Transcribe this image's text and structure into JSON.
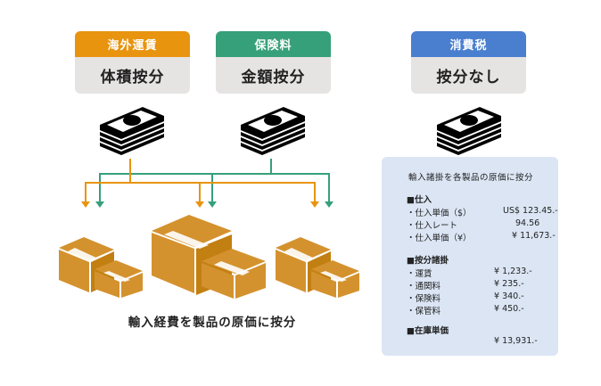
{
  "cards": [
    {
      "header": "海外運賃",
      "body": "体積按分",
      "color": "#e8940f"
    },
    {
      "header": "保険料",
      "body": "金額按分",
      "color": "#36a07a"
    },
    {
      "header": "消費税",
      "body": "按分なし",
      "color": "#4a7fd0"
    }
  ],
  "icons": {
    "money": "money-stack-icon",
    "boxes": "cardboard-boxes-icon",
    "arrow": "arrow-down-icon"
  },
  "colors": {
    "freight": "#e8940f",
    "insurance": "#36a07a",
    "tax": "#4a7fd0",
    "box": "#d4922e",
    "box_dark": "#c27f12",
    "panel_bg": "#dbe5f4"
  },
  "caption": "輸入経費を製品の原価に按分",
  "panel": {
    "title": "輸入諸掛を各製品の原価に按分",
    "purchase": {
      "heading": "■仕入",
      "rows": [
        {
          "label": "・仕入単価（$）",
          "value": "US$ 123.45.-"
        },
        {
          "label": "・仕入レート",
          "value": "94.56"
        },
        {
          "label": "・仕入単価（¥）",
          "value": "¥ 11,673.-"
        }
      ]
    },
    "allocation": {
      "heading": "■按分諸掛",
      "rows": [
        {
          "label": "・運賃",
          "value": "¥ 1,233.-"
        },
        {
          "label": "・通関料",
          "value": "¥ 235.-"
        },
        {
          "label": "・保険料",
          "value": "¥ 340.-"
        },
        {
          "label": "・保管料",
          "value": "¥ 450.-"
        }
      ]
    },
    "stock": {
      "heading": "■在庫単価",
      "value": "¥ 13,931.-"
    }
  }
}
